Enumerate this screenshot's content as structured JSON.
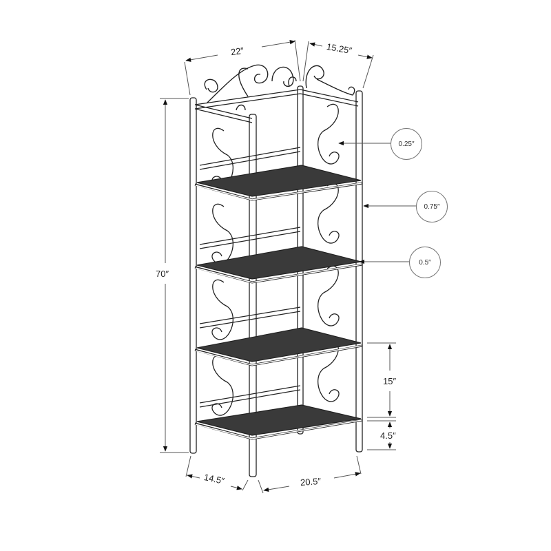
{
  "diagram": {
    "subject": "5-tier metal bookcase with scroll accents",
    "colors": {
      "line": "#222222",
      "dimension_line": "#555555",
      "callout_border": "#777777",
      "background": "#ffffff"
    },
    "dimensions": {
      "top_width": "22″",
      "top_depth": "15.25″",
      "height": "70″",
      "bottom_depth": "14.5″",
      "bottom_width": "20.5″",
      "shelf_spacing": "15″",
      "bottom_clearance": "4.5″"
    },
    "callouts": [
      {
        "label": "0.25″",
        "target": "scroll-wire"
      },
      {
        "label": "0.75″",
        "target": "post"
      },
      {
        "label": "0.5″",
        "target": "shelf-rail"
      }
    ],
    "shelf_count": 4
  }
}
